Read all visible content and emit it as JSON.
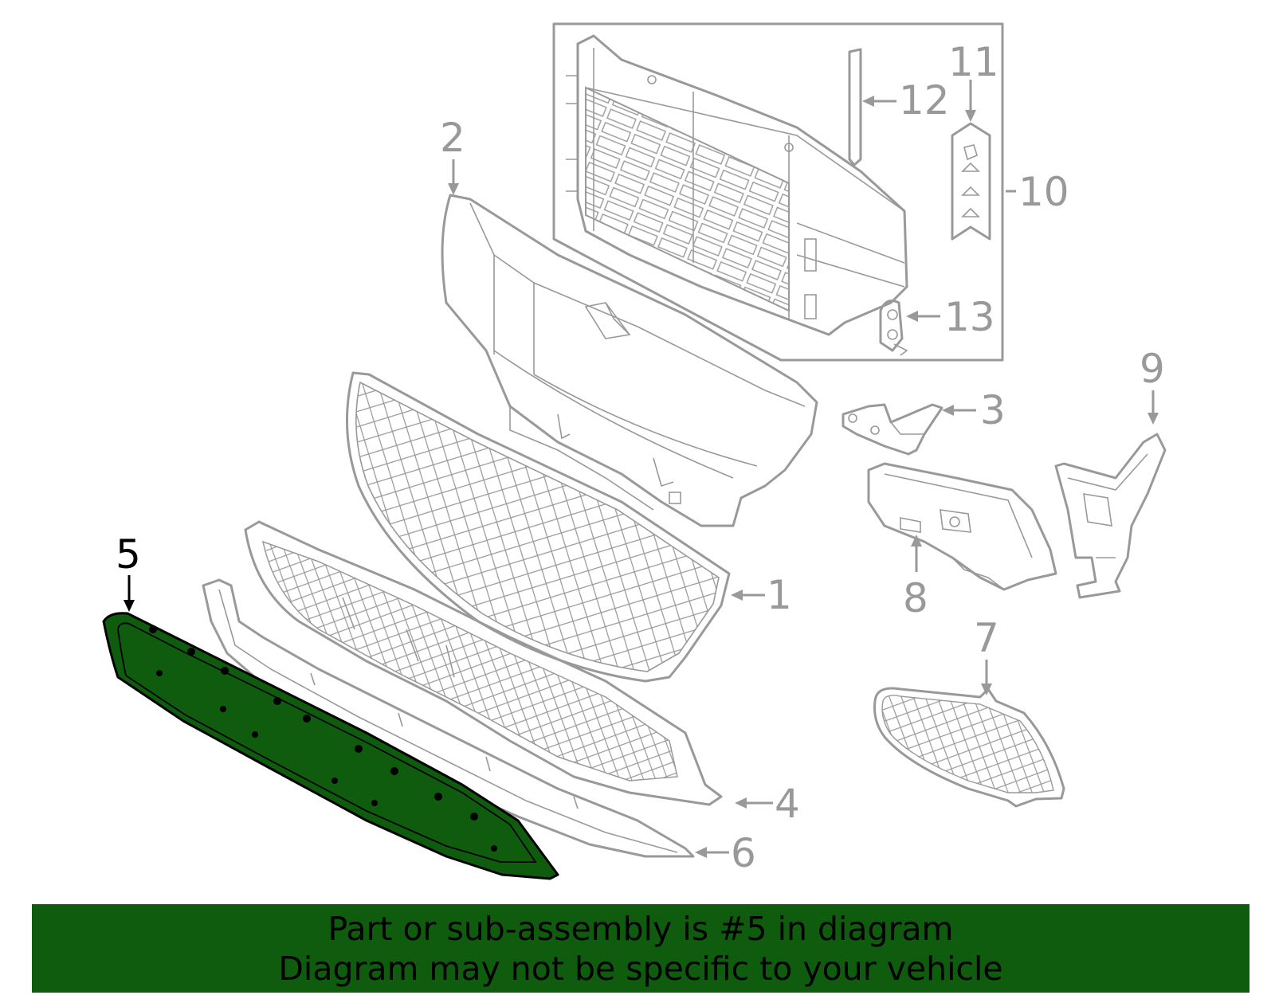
{
  "colors": {
    "highlight_part": "#0f5c0f",
    "banner_bg": "#0f5c0f",
    "line_art": "#999999",
    "highlight_callout": "#000000"
  },
  "callouts": {
    "c1": "1",
    "c2": "2",
    "c3": "3",
    "c4": "4",
    "c5": "5",
    "c6": "6",
    "c7": "7",
    "c8": "8",
    "c9": "9",
    "c10": "10",
    "c11": "11",
    "c12": "12",
    "c13": "13"
  },
  "highlighted_callout": "5",
  "banner": {
    "line1": "Part or sub-assembly is #5 in diagram",
    "line2": "Diagram may not be specific to your vehicle"
  }
}
